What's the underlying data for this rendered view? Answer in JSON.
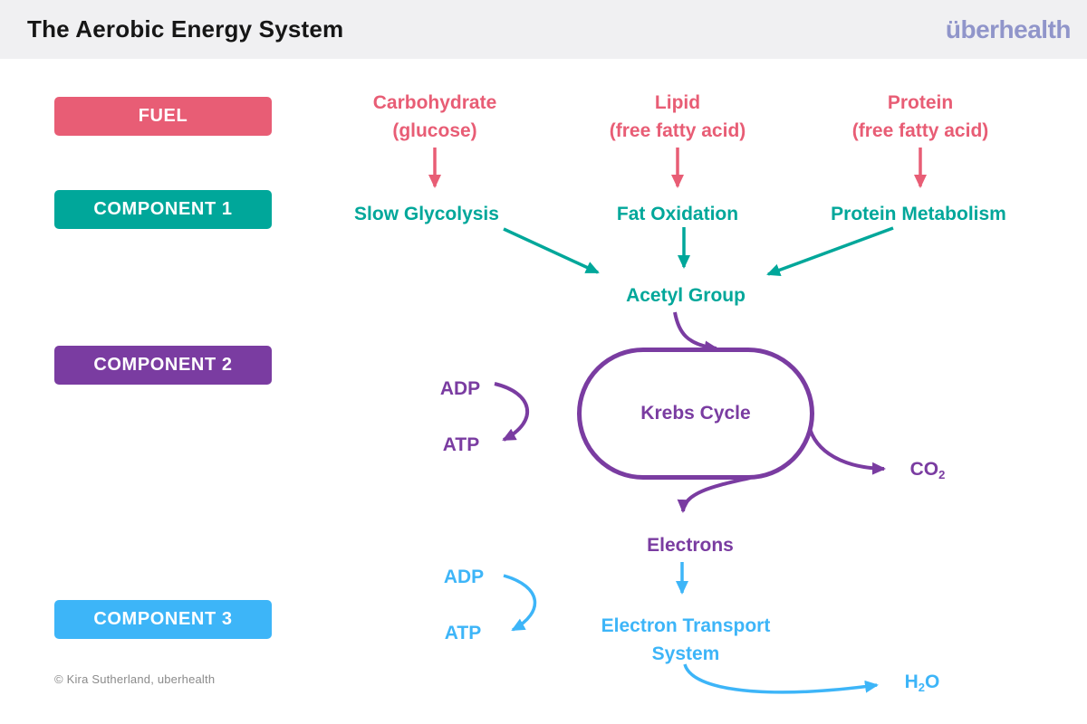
{
  "header": {
    "title": "The Aerobic Energy System",
    "logo": "überhealth"
  },
  "row_labels": {
    "fuel": "FUEL",
    "component1": "COMPONENT 1",
    "component2": "COMPONENT 2",
    "component3": "COMPONENT 3"
  },
  "fuels": {
    "carbohydrate": {
      "line1": "Carbohydrate",
      "line2": "(glucose)"
    },
    "lipid": {
      "line1": "Lipid",
      "line2": "(free fatty acid)"
    },
    "protein": {
      "line1": "Protein",
      "line2": "(free fatty acid)"
    }
  },
  "component1": {
    "slow_glycolysis": "Slow Glycolysis",
    "fat_oxidation": "Fat Oxidation",
    "protein_metabolism": "Protein Metabolism",
    "acetyl_group": "Acetyl Group"
  },
  "component2": {
    "krebs_cycle": "Krebs Cycle",
    "adp": "ADP",
    "atp": "ATP",
    "co2_base": "CO",
    "co2_sub": "2",
    "electrons": "Electrons"
  },
  "component3": {
    "adp": "ADP",
    "atp": "ATP",
    "ets_line1": "Electron Transport",
    "ets_line2": "System",
    "h2o_pre": "H",
    "h2o_sub": "2",
    "h2o_post": "O"
  },
  "footer": {
    "copyright": "© Kira Sutherland, uberhealth"
  },
  "colors": {
    "fuel_pink": "#e85d75",
    "component1_teal": "#00a79a",
    "component2_purple": "#7a3ca1",
    "component3_blue": "#3db5f8",
    "logo_purple": "#9095ca",
    "header_bg": "#f0f0f2",
    "title_text": "#161616",
    "copyright_gray": "#8b8b8b"
  }
}
